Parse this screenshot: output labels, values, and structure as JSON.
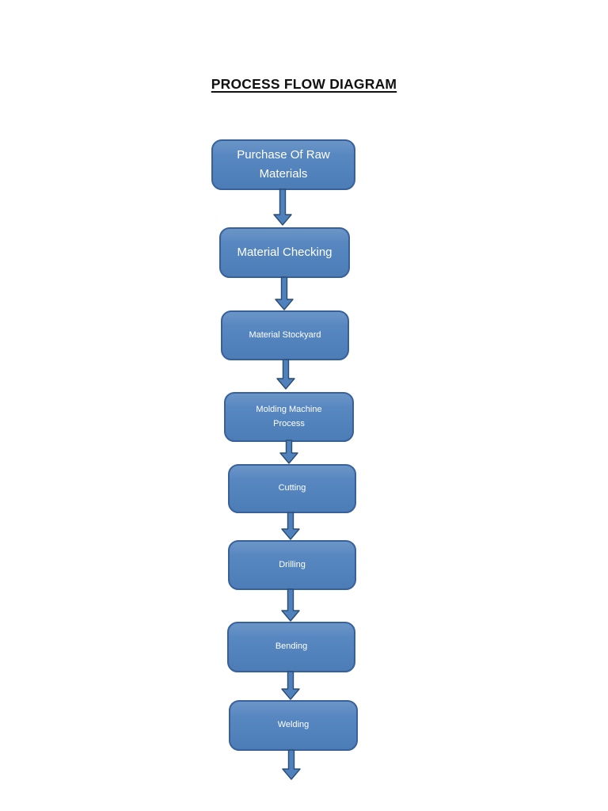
{
  "page": {
    "title": "PROCESS FLOW DIAGRAM"
  },
  "colors": {
    "node-fill": "#4f81bd",
    "node-border": "#38619c",
    "arrow-fill": "#4f81bd",
    "arrow-border": "#2b4d75",
    "text": "#ffffff",
    "title": "#111111",
    "page-bg": "#ffffff"
  },
  "flow": {
    "direction": "top-to-bottom",
    "nodes": [
      {
        "label": "Purchase Of Raw Materials"
      },
      {
        "label": "Material Checking"
      },
      {
        "label": "Material Stockyard"
      },
      {
        "label": "Molding Machine Process"
      },
      {
        "label": "Cutting"
      },
      {
        "label": "Drilling"
      },
      {
        "label": "Bending"
      },
      {
        "label": "Welding"
      }
    ]
  }
}
